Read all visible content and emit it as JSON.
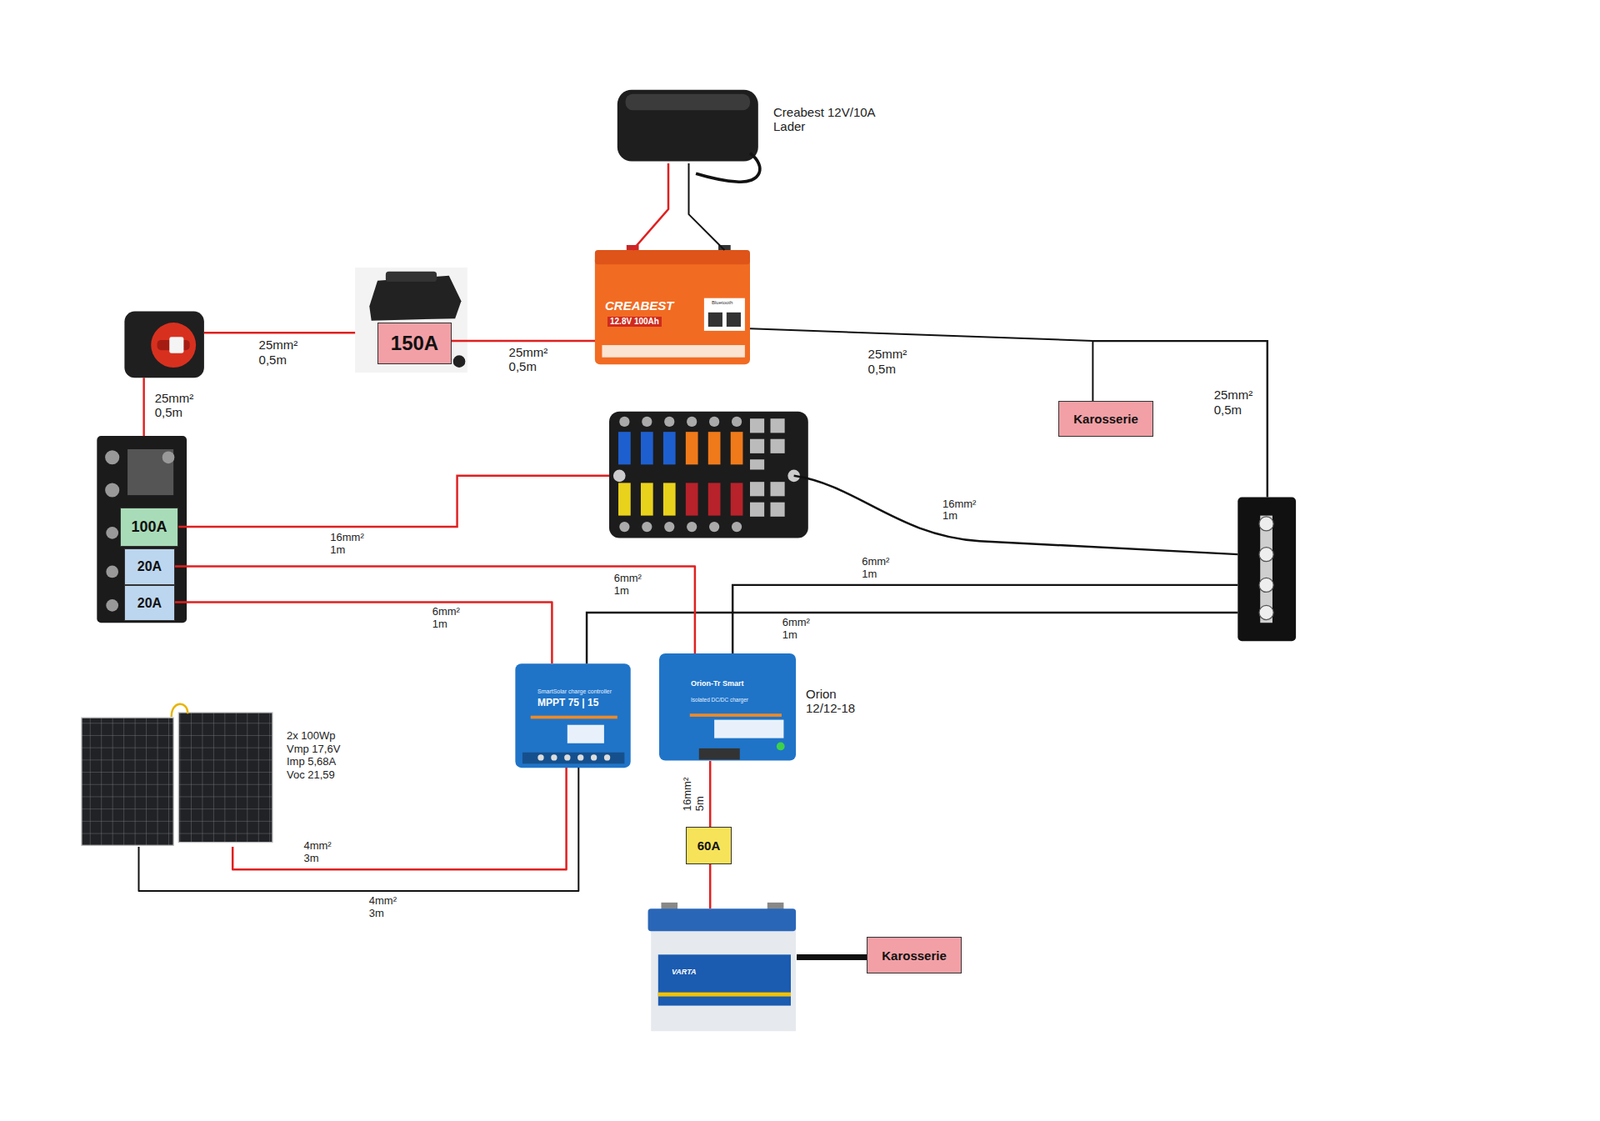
{
  "diagram": {
    "nodes": [
      {
        "text": [
          "Creabest 12V/10A Lader"
        ]
      },
      {
        "text": [
          "CREABEST",
          "12.8V 100Ah",
          "Bluetooth"
        ]
      },
      {
        "text": [
          "150A"
        ]
      },
      {
        "text": [
          "Karosserie"
        ]
      },
      {
        "text": [
          "100A"
        ]
      },
      {
        "text": [
          "20A"
        ]
      },
      {
        "text": [
          "20A"
        ]
      },
      {
        "text": [
          "SmartSolar charge controller",
          "MPPT 75 | 15"
        ]
      },
      {
        "text": [
          "Orion-Tr Smart",
          "Isolated DC/DC charger",
          "Orion 12/12-18"
        ]
      },
      {
        "text": [
          "2x 100Wp Vmp 17,6V Imp 5,68A Voc 21,59"
        ]
      },
      {
        "text": [
          "60A"
        ]
      },
      {
        "text": [
          "VARTA"
        ]
      },
      {
        "text": [
          "Karosserie"
        ]
      }
    ],
    "edges": [
      {
        "from": 0,
        "to": 1,
        "arrow": "none"
      },
      {
        "from": 0,
        "to": 1,
        "arrow": "none"
      },
      {
        "from": 2,
        "to": 1,
        "label": "25mm² 0,5m",
        "arrow": "none"
      },
      {
        "from": 1,
        "to": 3,
        "label": "25mm² 0,5m",
        "arrow": "none"
      },
      {
        "from": 5,
        "to": 8,
        "label": "6mm² 1m",
        "arrow": "none"
      },
      {
        "from": 6,
        "to": 7,
        "label": "6mm² 1m",
        "arrow": "none"
      },
      {
        "from": 9,
        "to": 7,
        "label": "4mm² 3m",
        "arrow": "none"
      },
      {
        "from": 9,
        "to": 7,
        "label": "4mm² 3m",
        "arrow": "none"
      },
      {
        "from": 8,
        "to": 10,
        "label": "16mm² 5m",
        "arrow": "none"
      },
      {
        "from": 10,
        "to": 11,
        "arrow": "none"
      },
      {
        "from": 11,
        "to": 12,
        "arrow": "none"
      }
    ],
    "labels": [
      "25mm² 0,5m",
      "25mm² 0,5m",
      "25mm² 0,5m",
      "16mm² 1m",
      "16mm² 1m",
      "6mm² 1m",
      "6mm² 1m"
    ]
  }
}
